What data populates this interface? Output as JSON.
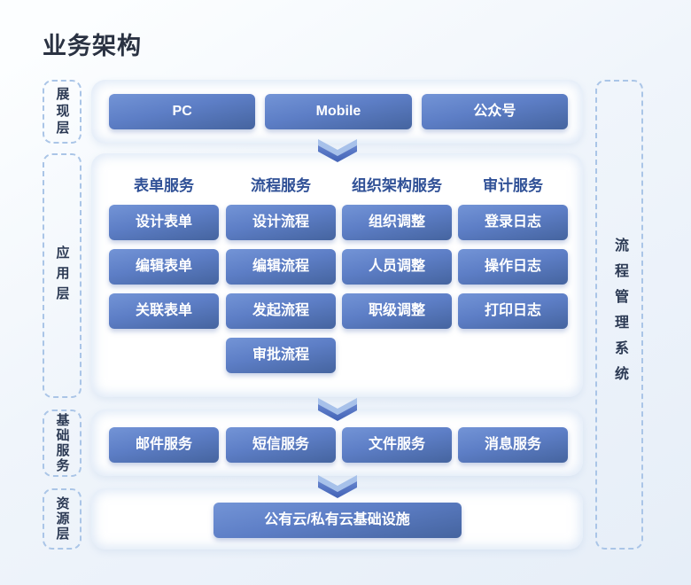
{
  "page": {
    "title": "业务架构"
  },
  "layers": {
    "presentation": {
      "label": "展现层",
      "items": [
        "PC",
        "Mobile",
        "公众号"
      ]
    },
    "application": {
      "label": "应用层",
      "columns": [
        {
          "header": "表单服务",
          "items": [
            "设计表单",
            "编辑表单",
            "关联表单"
          ]
        },
        {
          "header": "流程服务",
          "items": [
            "设计流程",
            "编辑流程",
            "发起流程",
            "审批流程"
          ]
        },
        {
          "header": "组织架构服务",
          "items": [
            "组织调整",
            "人员调整",
            "职级调整"
          ]
        },
        {
          "header": "审计服务",
          "items": [
            "登录日志",
            "操作日志",
            "打印日志"
          ]
        }
      ]
    },
    "basic_services": {
      "label": "基础服务",
      "items": [
        "邮件服务",
        "短信服务",
        "文件服务",
        "消息服务"
      ]
    },
    "resource": {
      "label": "资源层",
      "items": [
        "公有云/私有云基础设施"
      ]
    }
  },
  "side_panel": {
    "label": "流程管理系统"
  },
  "colors": {
    "node_gradient_top": "#7394d6",
    "node_gradient_bottom": "#45649f",
    "column_header_text": "#2f5096",
    "dashed_border": "#aac5e7",
    "label_text": "#2c3a54",
    "title_text": "#2a3242",
    "arrow_light": "#a7c1ea",
    "arrow_dark": "#5274c4",
    "panel_background": "#ffffff",
    "page_background": "#eaf1f9"
  }
}
